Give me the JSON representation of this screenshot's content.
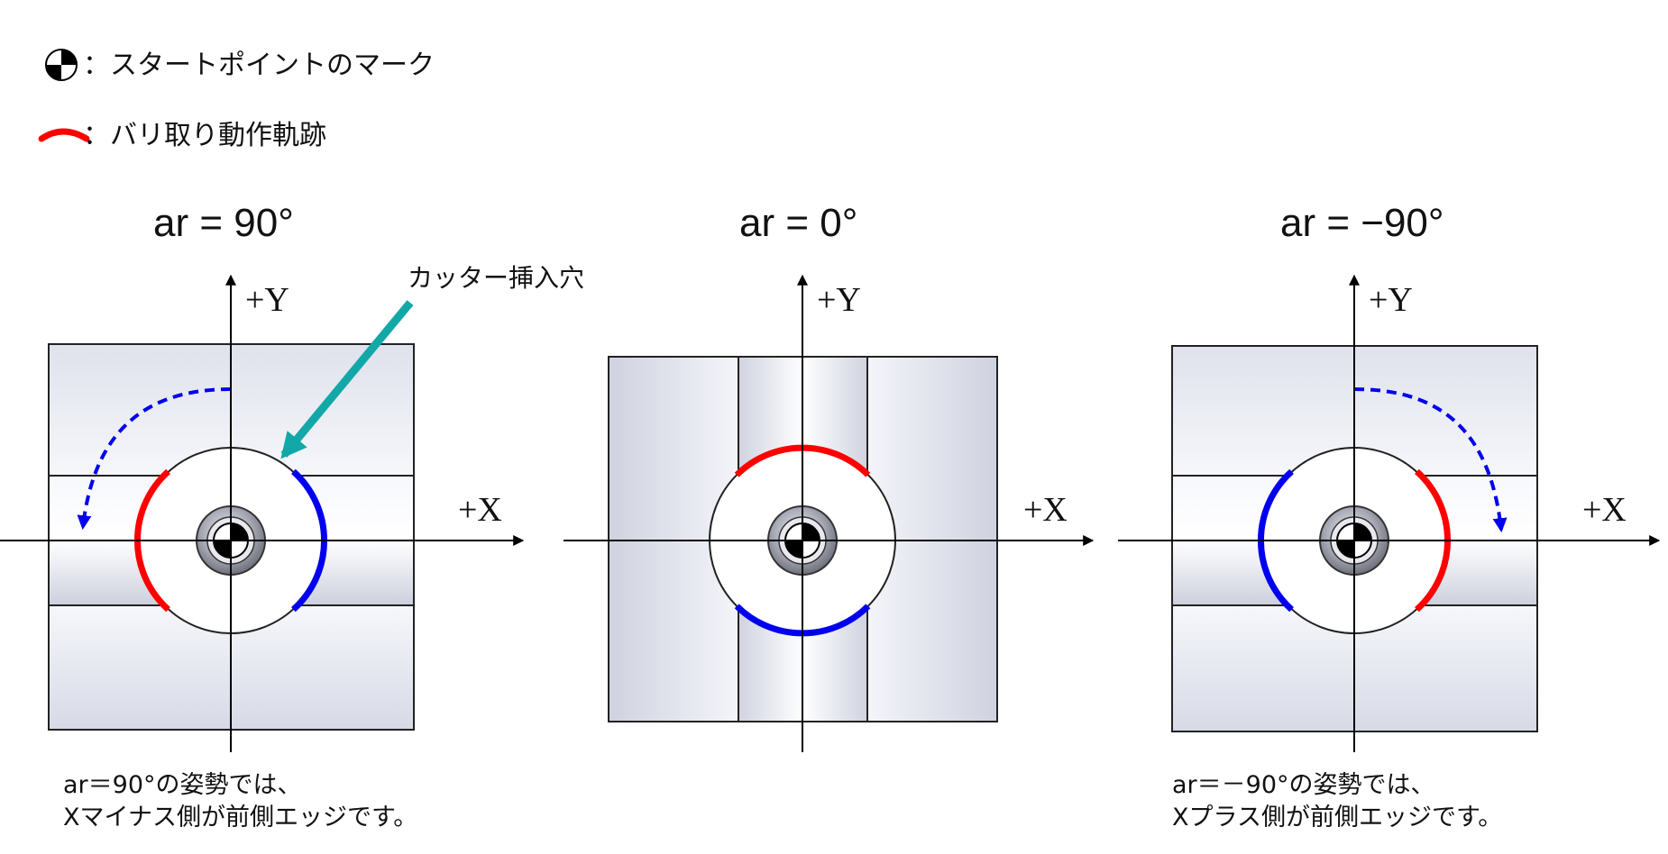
{
  "legend": {
    "start_point_label": "：スタートポイントのマーク",
    "deburr_path_label": "：バリ取り動作軌跡"
  },
  "panels": [
    {
      "heading": "ar = 90°",
      "y_axis_label": "+Y",
      "x_axis_label": "+X",
      "caption_line1": "ar＝90°の姿勢では、",
      "caption_line2": "Xマイナス側が前側エッジです。"
    },
    {
      "heading": "ar = 0°",
      "y_axis_label": "+Y",
      "x_axis_label": "+X"
    },
    {
      "heading": "ar = −90°",
      "y_axis_label": "+Y",
      "x_axis_label": "+X",
      "caption_line1": "ar＝－90°の姿勢では、",
      "caption_line2": "Xプラス側が前側エッジです。"
    }
  ],
  "callout": {
    "label": "カッター挿入穴"
  },
  "colors": {
    "red_arc": "#ff0000",
    "blue_arc": "#0000ee",
    "callout_arrow": "#12a8a8",
    "block_face": "#e6e8f2",
    "outline": "#222222"
  }
}
